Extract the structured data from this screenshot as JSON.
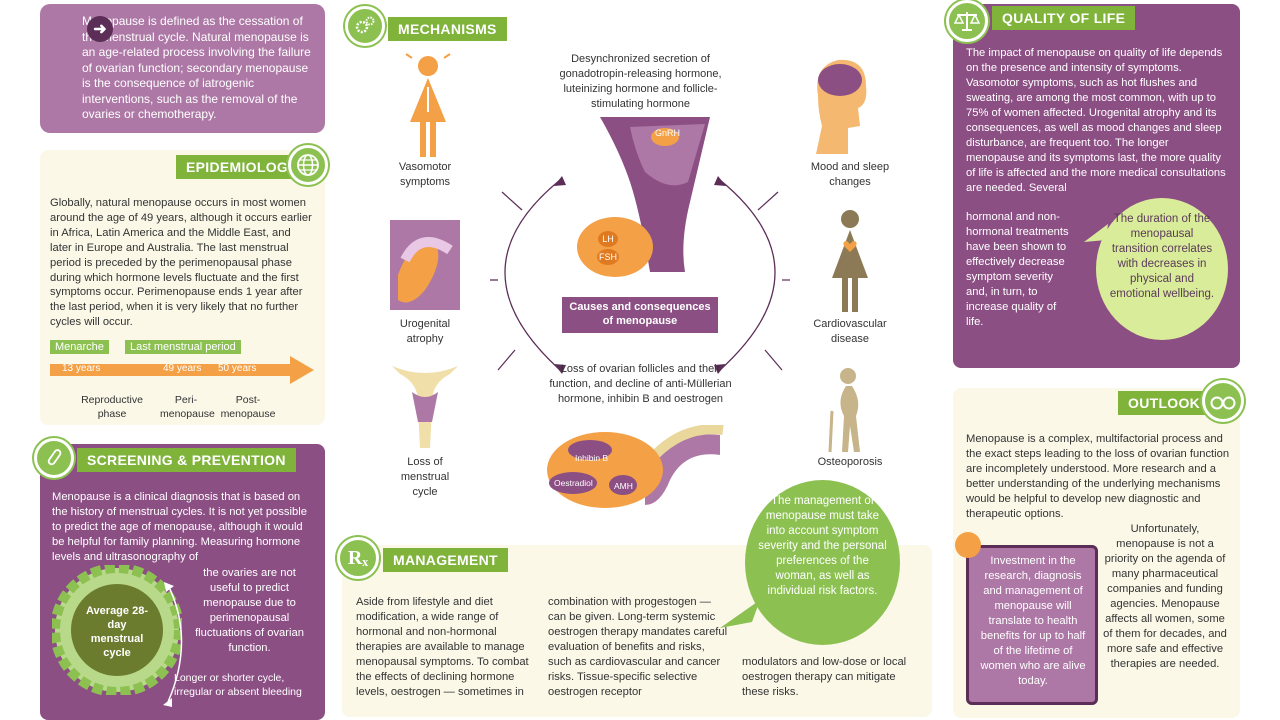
{
  "definition": {
    "text": "Menopause is defined as the cessation of the menstrual cycle. Natural menopause is an age-related process involving the failure of ovarian function; secondary menopause is the consequence of iatrogenic interventions, such as the removal of the ovaries or chemotherapy."
  },
  "epidemiology": {
    "title": "EPIDEMIOLOGY",
    "body": "Globally, natural menopause occurs in most women around the age of 49 years, although it occurs earlier in Africa, Latin America and the Middle East, and later in Europe and Australia. The last menstrual period is preceded by the perimenopausal phase during which hormone levels fluctuate and the first symptoms occur. Perimenopause ends 1 year after the last period, when it is very likely that no further cycles will occur.",
    "timeline": {
      "menarche": "Menarche",
      "last_period": "Last menstrual period",
      "age_13": "13 years",
      "age_49": "49 years",
      "age_50": "50 years",
      "phase_reproductive": "Reproductive phase",
      "phase_peri": "Peri-menopause",
      "phase_post": "Post-menopause"
    }
  },
  "screening": {
    "title": "SCREENING & PREVENTION",
    "body": "Menopause is a clinical diagnosis that is based on the history of menstrual cycles. It is not yet possible to predict the age of menopause, although it would be helpful for family planning. Measuring hormone levels and ultrasonography of",
    "body2": "the ovaries are not useful to predict menopause due to perimenopausal fluctuations of ovarian function.",
    "cycle_label": "Average 28-day menstrual cycle",
    "cycle_note": "Longer or shorter cycle, irregular or absent bleeding"
  },
  "mechanisms": {
    "title": "MECHANISMS",
    "top_text": "Desynchronized secretion of gonadotropin-releasing hormone, luteinizing hormone and follicle-stimulating hormone",
    "gnrh": "GnRH",
    "lh": "LH",
    "fsh": "FSH",
    "center_label": "Causes and consequences of menopause",
    "bottom_text": "Loss of ovarian follicles and their function, and decline of anti-Müllerian hormone, inhibin B and oestrogen",
    "inhibin": "Inhibin B",
    "oestradiol": "Oestradiol",
    "amh": "AMH",
    "vasomotor": "Vasomotor symptoms",
    "urogenital": "Urogenital atrophy",
    "loss_cycle": "Loss of menstrual cycle",
    "mood": "Mood and sleep changes",
    "cardio": "Cardiovascular disease",
    "osteo": "Osteoporosis"
  },
  "management": {
    "title": "MANAGEMENT",
    "col1": "Aside from lifestyle and diet modification, a wide range of hormonal and non-hormonal therapies are available to manage menopausal symptoms. To combat the effects of declining hormone levels, oestrogen — sometimes in",
    "col2": "combination with progestogen — can be given. Long-term systemic oestrogen therapy mandates careful evaluation of benefits and risks, such as cardiovascular and cancer risks. Tissue-specific selective oestrogen receptor",
    "col3": "modulators and low-dose or local oestrogen therapy can mitigate these risks.",
    "bubble": "The management of menopause must take into account symptom severity and the personal preferences of the woman, as well as individual risk factors."
  },
  "quality": {
    "title": "QUALITY OF LIFE",
    "body": "The impact of menopause on quality of life depends on the presence and intensity of symptoms. Vasomotor symptoms, such as hot flushes and sweating, are among the most common, with up to 75% of women affected. Urogenital atrophy and its consequences, as well as mood changes and sleep disturbance, are frequent too. The longer menopause and its symptoms last, the more quality of life is affected and the more medical consultations are needed. Several",
    "body2": "hormonal and non-hormonal treatments have been shown to effectively decrease symptom severity and, in turn, to increase quality of life.",
    "bubble": "The duration of the menopausal transition correlates with decreases in physical and emotional wellbeing."
  },
  "outlook": {
    "title": "OUTLOOK",
    "body": "Menopause is a complex, multifactorial process and the exact steps leading to the loss of ovarian function are incompletely understood. More research and a better understanding of the underlying mechanisms would be helpful to develop new diagnostic and therapeutic options.",
    "body2": "Unfortunately, menopause is not a priority on the agenda of many pharmaceutical companies and funding agencies. Menopause affects all women, some of them for decades, and more safe and effective therapies are needed.",
    "box": "Investment in the research, diagnosis and management of menopause will translate to health benefits for up to half of the lifetime of women who are alive today."
  },
  "colors": {
    "purple": "#8c4f84",
    "light_purple": "#ad78a6",
    "green": "#8cc152",
    "orange": "#f4a046",
    "cream": "#fbf8e8"
  }
}
